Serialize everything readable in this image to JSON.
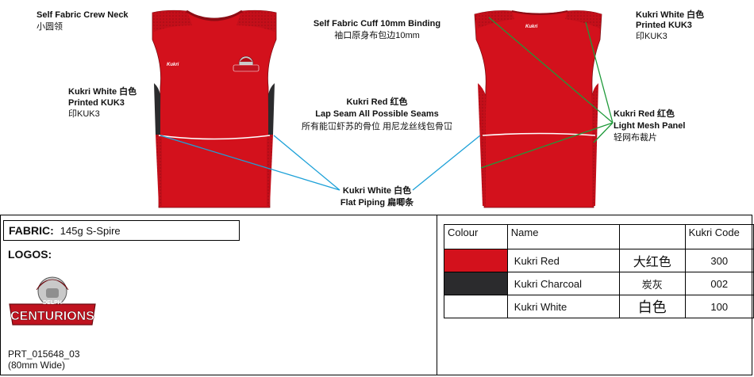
{
  "notes": {
    "crew_neck_en": "Self Fabric Crew Neck",
    "crew_neck_cn": "小圆领",
    "kukri_white_left_1": "Kukri White  白色",
    "kukri_white_left_2": "Printed KUK3",
    "kukri_white_left_3": "印KUK3",
    "cuff_en": "Self Fabric Cuff 10mm Binding",
    "cuff_cn": "袖口原身布包边10mm",
    "red_seams_1": "Kukri Red  红色",
    "red_seams_2": "Lap Seam All Possible Seams",
    "red_seams_3": "所有能冚虾苏的骨位 用尼龙丝线包骨冚",
    "piping_1": "Kukri White  白色",
    "piping_2": "Flat Piping    扁唧条",
    "kukri_white_right_1": "Kukri White  白色",
    "kukri_white_right_2": "Printed KUK3",
    "kukri_white_right_3": "印KUK3",
    "mesh_1": "Kukri Red  红色",
    "mesh_2": "Light Mesh Panel",
    "mesh_3": "轻网布裁片"
  },
  "garment": {
    "brand_front": "Kukri",
    "brand_back": "Kukri"
  },
  "fabric": {
    "label": "FABRIC:",
    "value": "145g S-Spire"
  },
  "logos": {
    "label": "LOGOS:",
    "logo_top_text": "DELPH",
    "logo_text": "CENTURIONS",
    "code_line1": "PRT_015648_03",
    "code_line2": "(80mm Wide)"
  },
  "colour_table": {
    "headers": [
      "Colour",
      "Name",
      "",
      "Kukri Code"
    ],
    "rows": [
      {
        "swatch": "#d3111c",
        "name": "Kukri Red",
        "cn": "大红色",
        "code": "300"
      },
      {
        "swatch": "#2b2b2d",
        "name": "Kukri Charcoal",
        "cn": "炭灰",
        "code": "002"
      },
      {
        "swatch": "#ffffff",
        "name": "Kukri White",
        "cn": "白色",
        "code": "100"
      }
    ]
  },
  "colors": {
    "red": "#d3111c",
    "dark_red_panel": "#b80d18",
    "charcoal": "#2b2b2d",
    "piping_line": "#1da1d8",
    "mesh_line": "#1f9a3a"
  }
}
